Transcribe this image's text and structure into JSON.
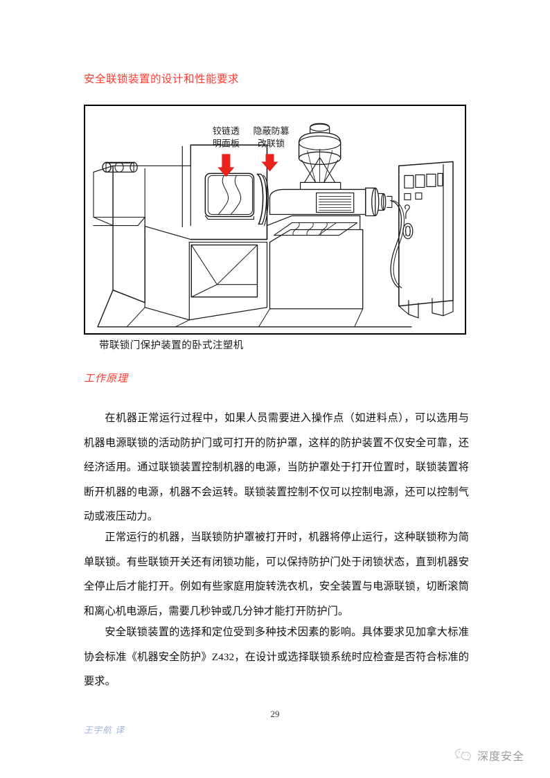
{
  "document": {
    "section_heading": "安全联锁装置的设计和性能要求",
    "sub_heading": "工作原理",
    "page_number": "29",
    "translator_credit": "王宇航 译"
  },
  "figure": {
    "caption": "带联锁门保护装置的卧式注塑机",
    "label_left_line1": "铰链透",
    "label_left_line2": "明面板",
    "label_right_line1": "隐蔽防篡",
    "label_right_line2": "改联锁",
    "arrow_color": "#e8221d",
    "line_color": "#1a1a1a"
  },
  "body": {
    "paragraph_1": "在机器正常运行过程中，如果人员需要进入操作点（如进料点），可以选用与机器电源联锁的活动防护门或可打开的防护罩，这样的防护装置不仅安全可靠，还经济适用。通过联锁装置控制机器的电源，当防护罩处于打开位置时，联锁装置将断开机器的电源，机器不会运转。联锁装置控制不仅可以控制电源，还可以控制气动或液压动力。",
    "paragraph_2": "正常运行的机器，当联锁防护罩被打开时，机器将停止运行，这种联锁称为简单联锁。有些联锁开关还有闭锁功能，可以保持防护门处于闭锁状态，直到机器安全停止后才能打开。例如有些家庭用旋转洗衣机，安全装置与电源联锁，切断滚筒和离心机电源后，需要几秒钟或几分钟才能打开防护门。",
    "paragraph_3": "安全联锁装置的选择和定位受到多种技术因素的影响。具体要求见加拿大标准协会标准《机器安全防护》Z432，在设计或选择联锁系统时应检查是否符合标准的要求。"
  },
  "watermark": {
    "text": "深度安全",
    "icon": "wechat-icon"
  },
  "colors": {
    "heading_red": "#ff3b30",
    "arrow_red": "#e8221d",
    "translator_blue": "#9db4d8",
    "body_black": "#111111"
  }
}
